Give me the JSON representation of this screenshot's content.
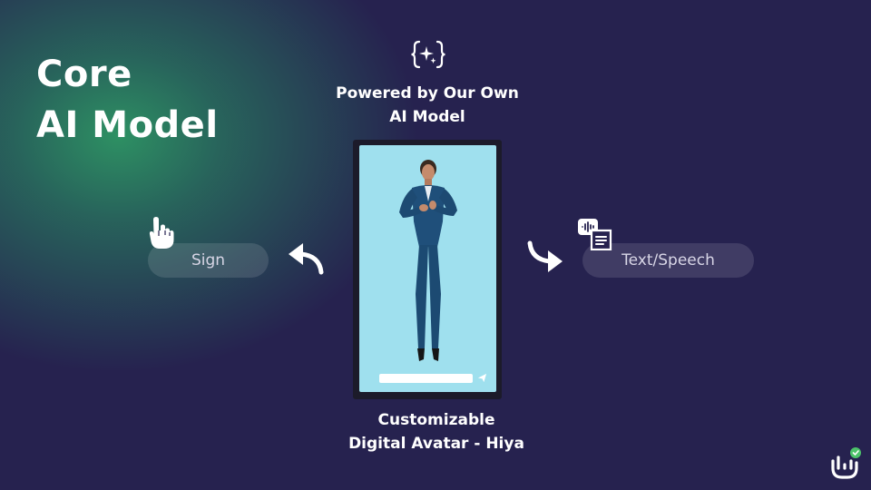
{
  "slide": {
    "title_line1": "Core",
    "title_line2": "AI Model",
    "powered_line1": "Powered by Our Own",
    "powered_line2": "AI Model",
    "custom_line1": "Customizable",
    "custom_line2": "Digital Avatar - Hiya"
  },
  "flow": {
    "left_label": "Sign",
    "right_label": "Text/Speech"
  },
  "icons": {
    "top": "sparkle-braces-icon",
    "left": "sign-hand-icon",
    "right": "audio-document-icon",
    "left_arrow": "curved-arrow-left-icon",
    "right_arrow": "curved-arrow-right-icon",
    "logo": "hand-logo-icon",
    "send": "send-icon"
  },
  "colors": {
    "background": "#26224f",
    "glow": "#2e9664",
    "pill": "rgba(255,255,255,0.12)",
    "phone_screen": "#9fe0ee",
    "avatar_suit": "#1f4f7a",
    "logo_accent": "#4cc36a"
  }
}
